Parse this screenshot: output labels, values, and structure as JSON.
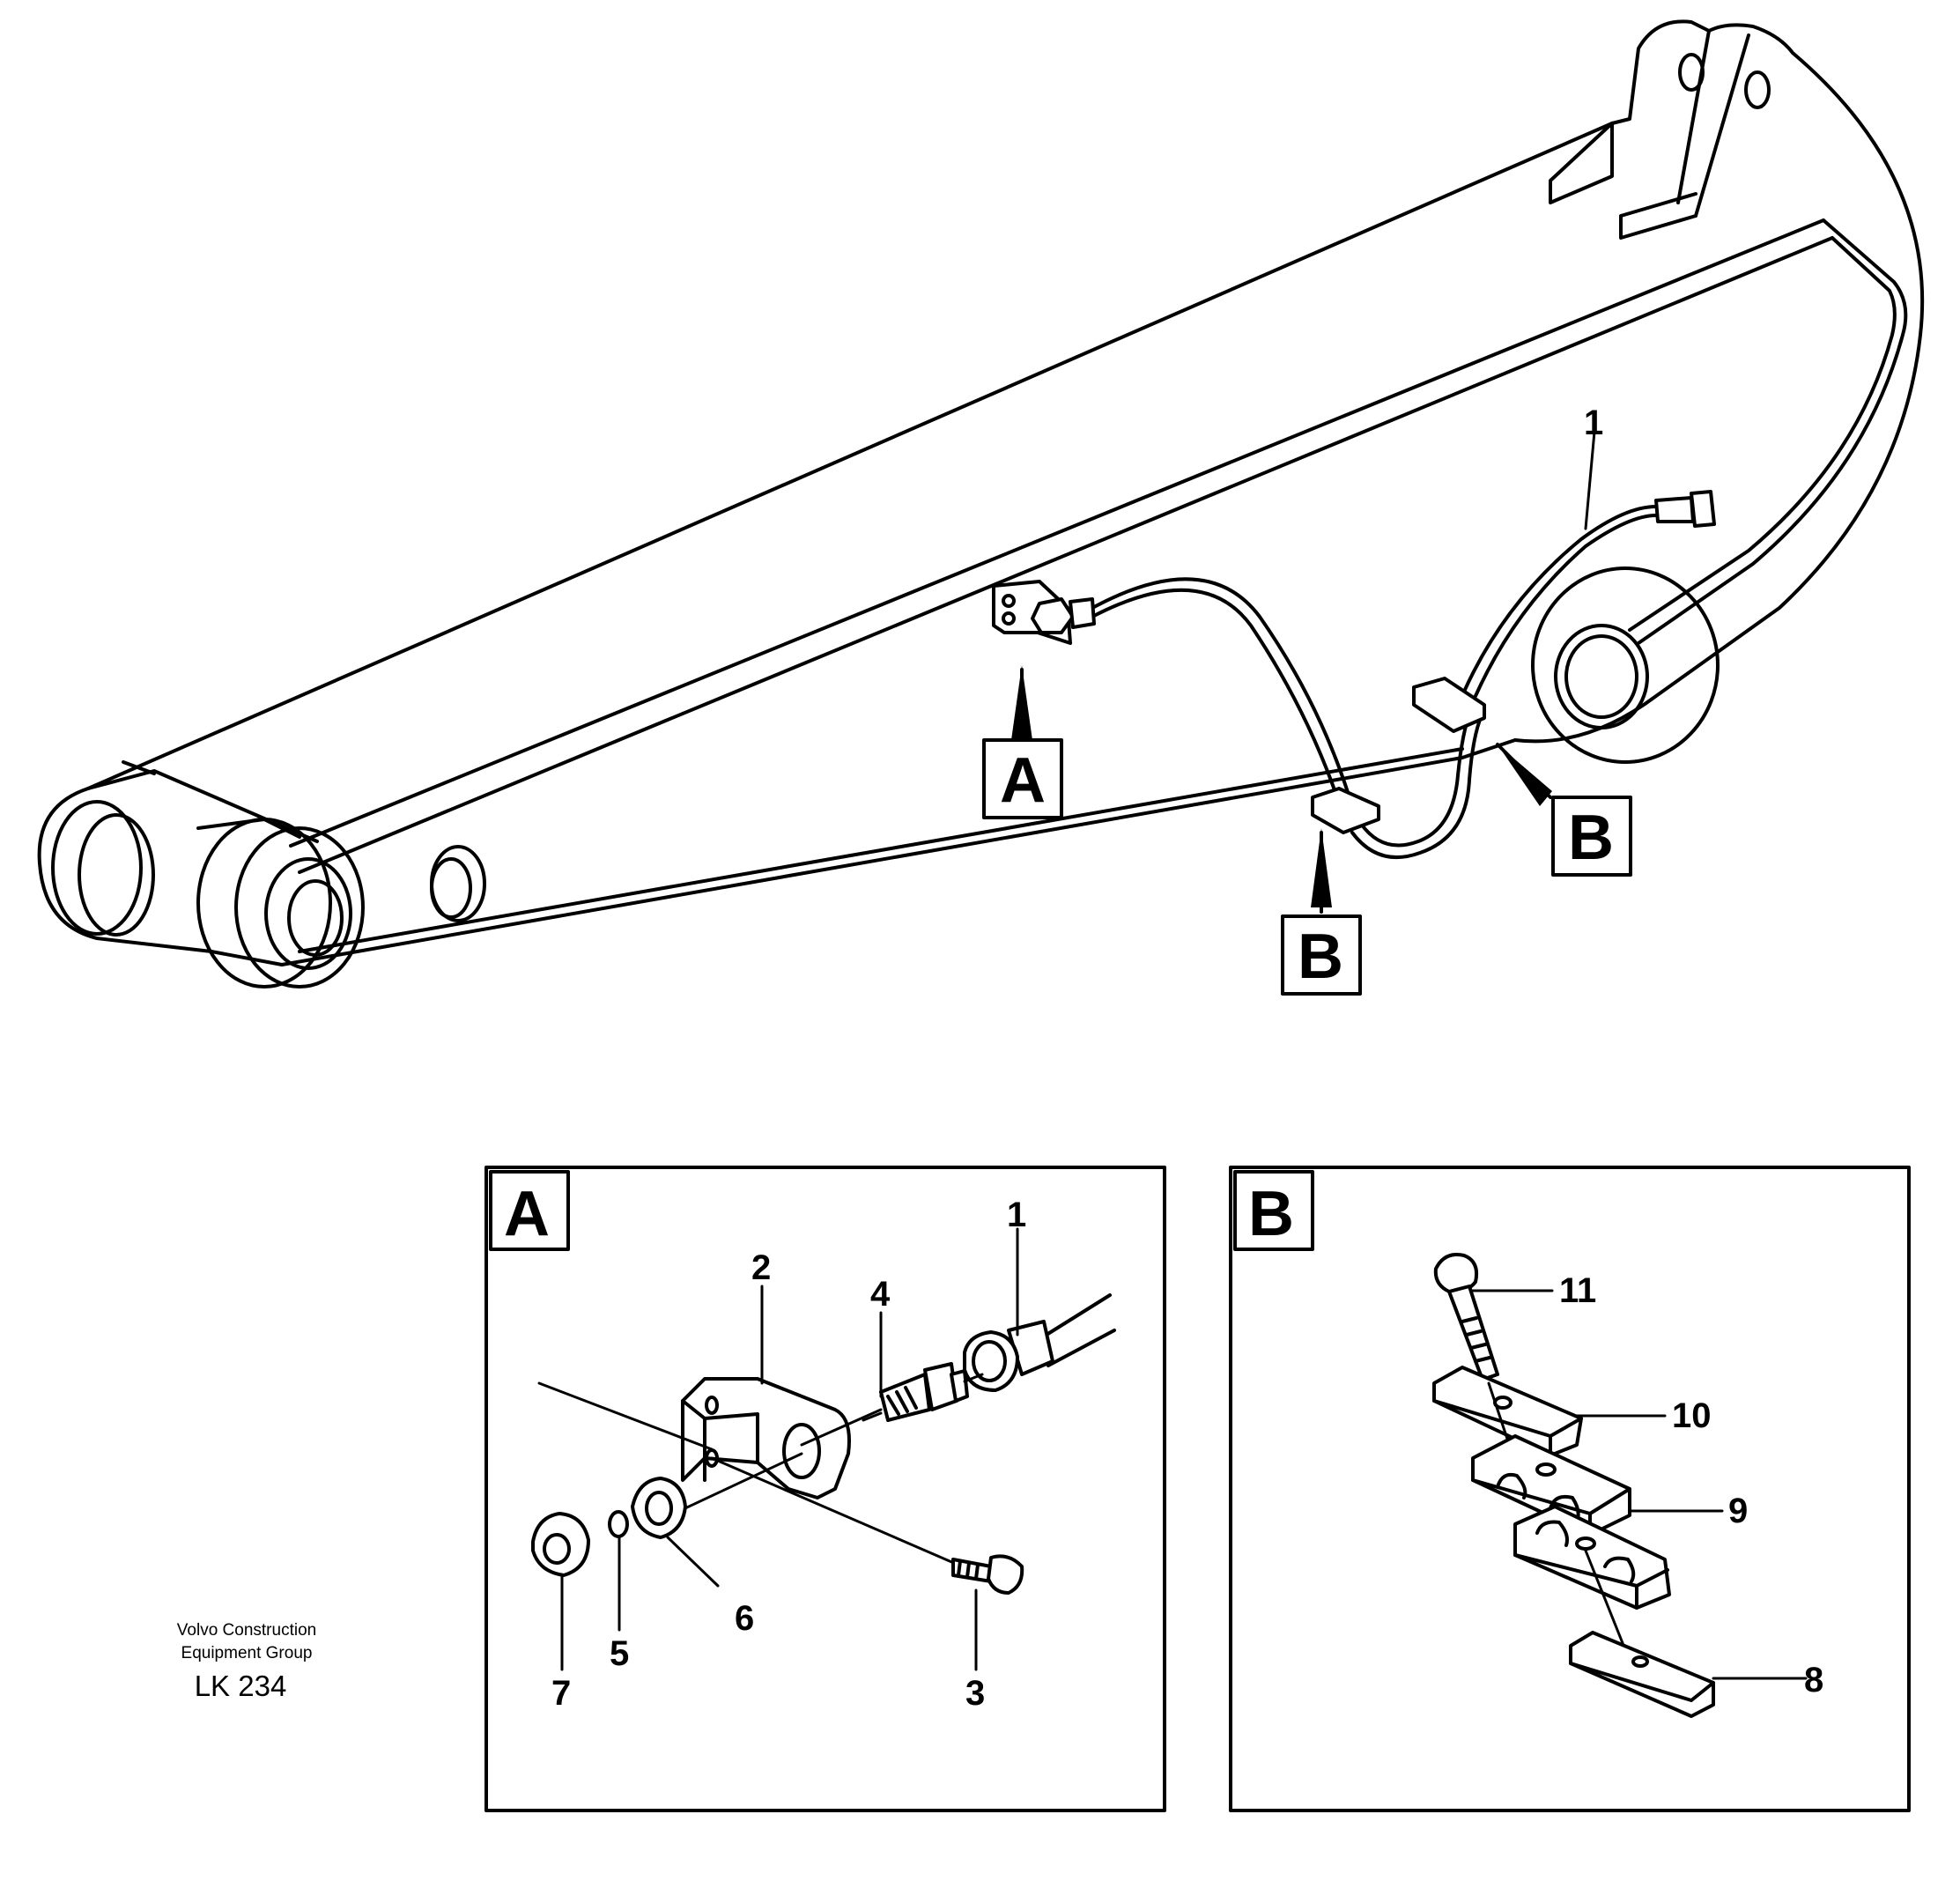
{
  "main_view": {
    "hose_callout": "1",
    "view_label_a": "A",
    "view_label_b_upper": "B",
    "view_label_b_lower": "B"
  },
  "detail_a": {
    "label": "A",
    "callouts": [
      "1",
      "2",
      "3",
      "4",
      "5",
      "6",
      "7"
    ]
  },
  "detail_b": {
    "label": "B",
    "callouts": [
      "8",
      "9",
      "10",
      "11"
    ]
  },
  "credit": {
    "line1": "Volvo Construction",
    "line2": "Equipment Group",
    "code": "LK 234"
  }
}
